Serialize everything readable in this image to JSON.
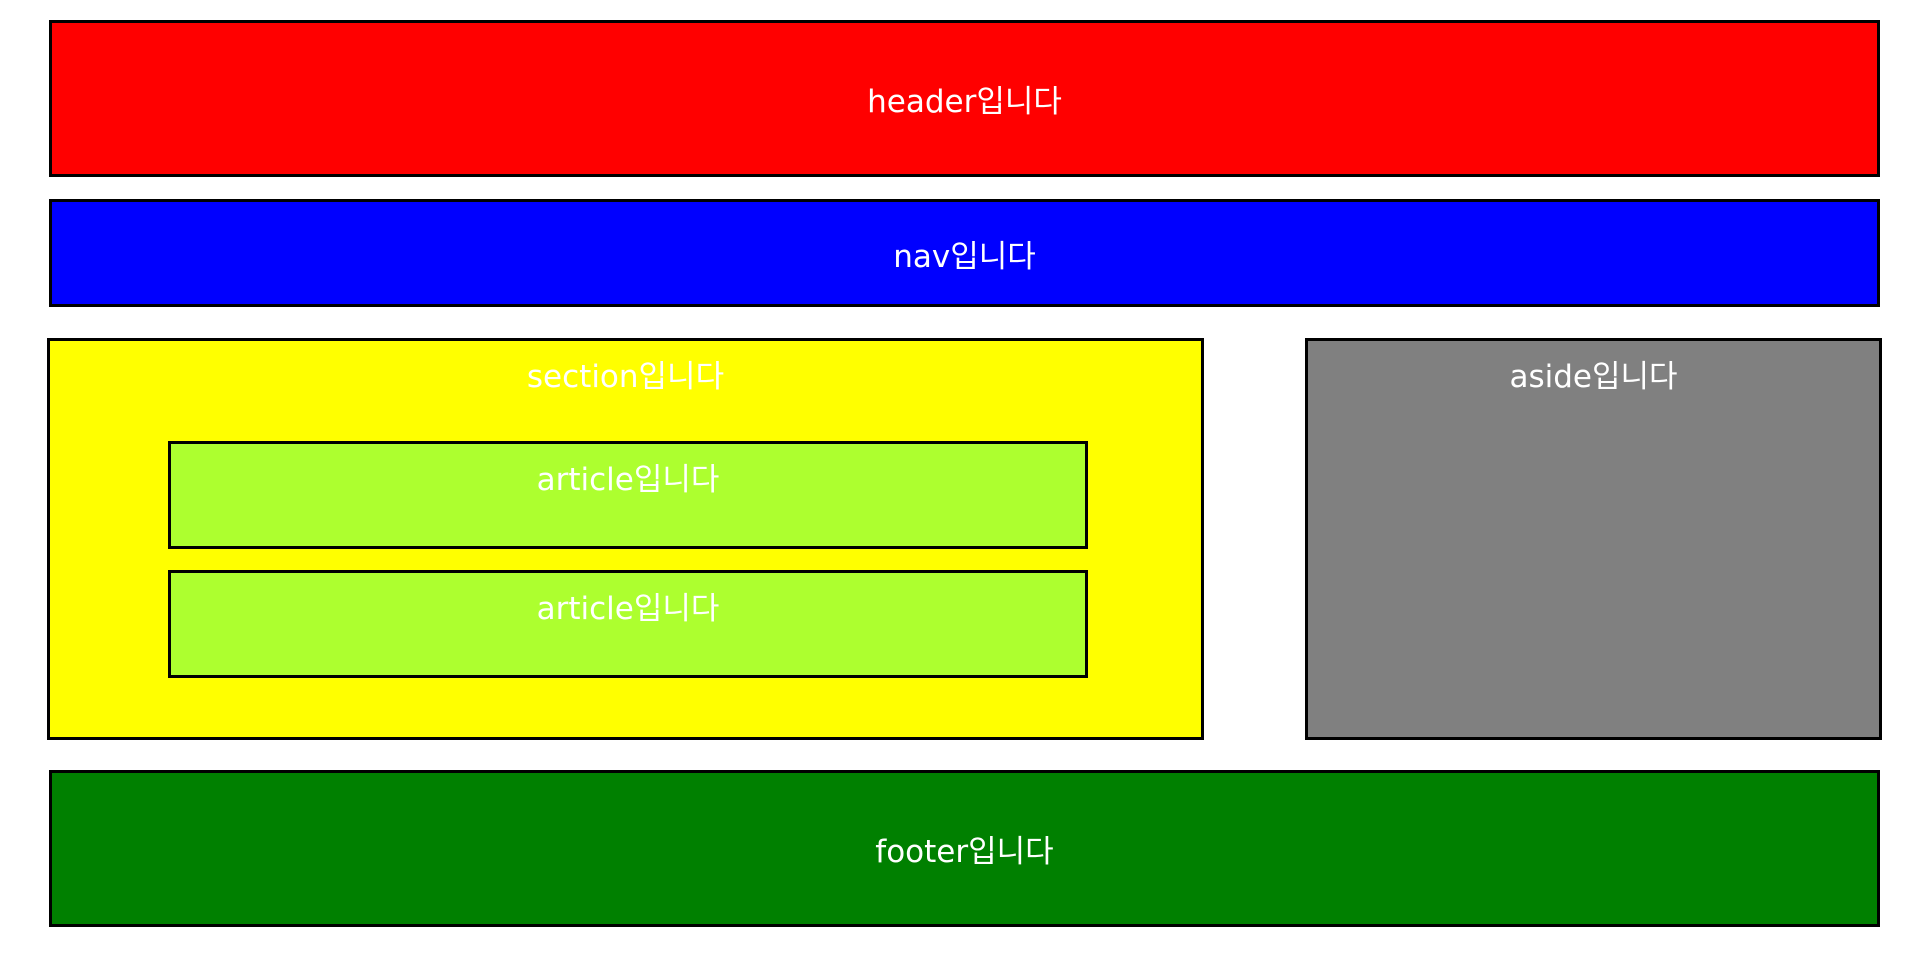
{
  "header": {
    "label": "header입니다",
    "color": "#ff0000"
  },
  "nav": {
    "label": "nav입니다",
    "color": "#0000ff"
  },
  "section": {
    "label": "section입니다",
    "color": "#ffff00",
    "articles": [
      {
        "label": "article입니다",
        "color": "#adff2f"
      },
      {
        "label": "article입니다",
        "color": "#adff2f"
      }
    ]
  },
  "aside": {
    "label": "aside입니다",
    "color": "#808080"
  },
  "footer": {
    "label": "footer입니다",
    "color": "#008000"
  }
}
